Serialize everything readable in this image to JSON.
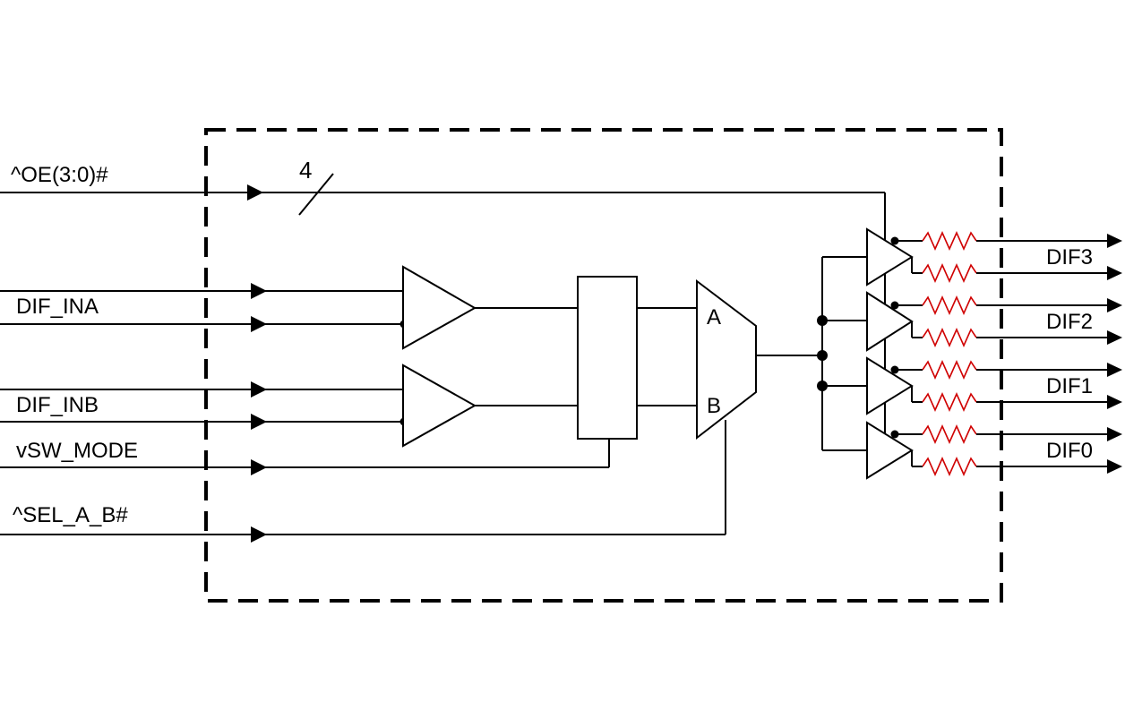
{
  "inputs": {
    "oe": "^OE(3:0)#",
    "bus_width": "4",
    "dif_ina": "DIF_INA",
    "dif_inb": "DIF_INB",
    "sw_mode": "vSW_MODE",
    "sel_a_b": "^SEL_A_B#"
  },
  "mux": {
    "in_a": "A",
    "in_b": "B"
  },
  "outputs": [
    "DIF3",
    "DIF2",
    "DIF1",
    "DIF0"
  ],
  "colors": {
    "wire": "#000000",
    "resistor": "#d00000",
    "boundary": "#000000"
  }
}
